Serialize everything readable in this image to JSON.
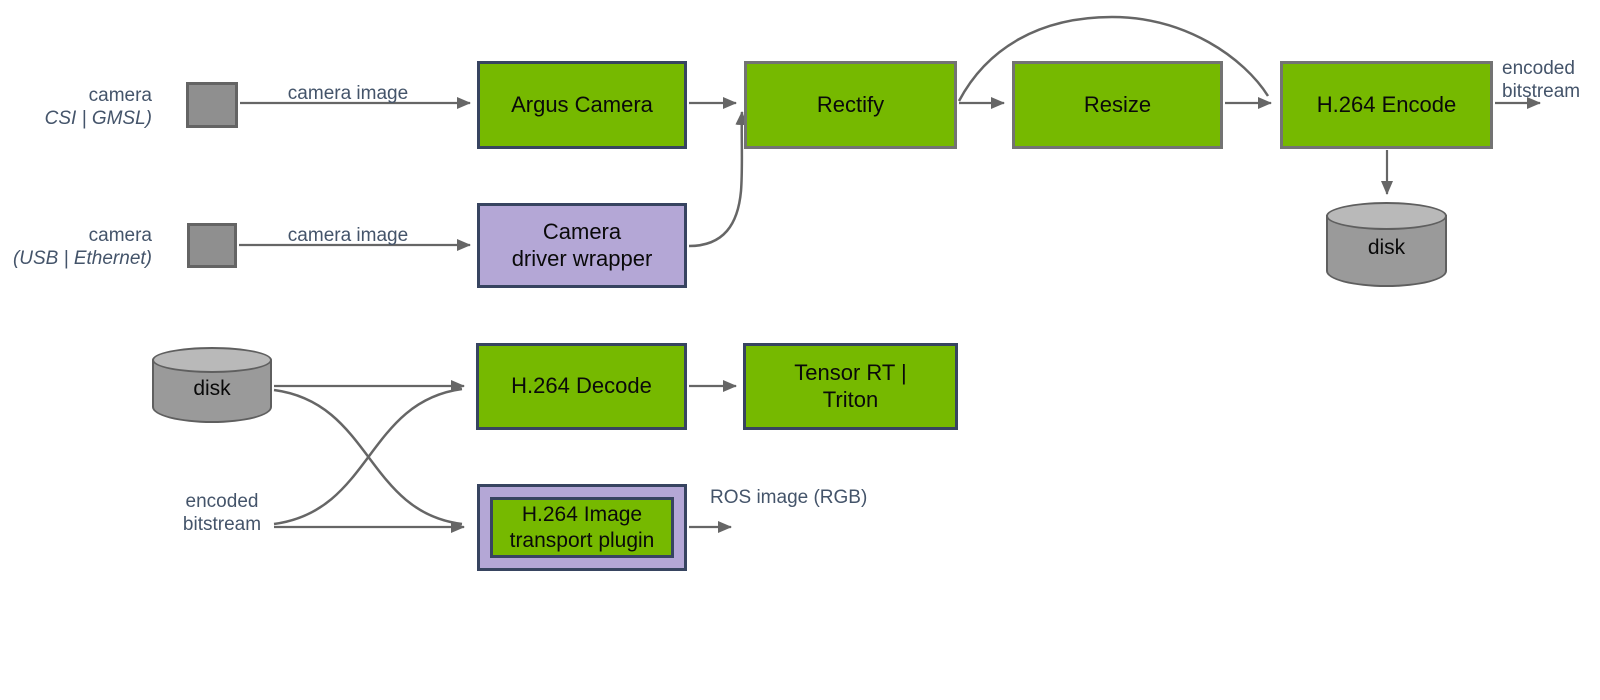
{
  "colors": {
    "node_green": "#76b900",
    "node_purple": "#b4a7d6",
    "border_navy": "#374460",
    "border_gray": "#737373",
    "connector_gray": "#666666",
    "label_text_navy": "#44546a",
    "node_text": "#0a0a0a",
    "camera_square_fill": "#8f8f8f",
    "cylinder_fill": "#9a9a9a",
    "cylinder_top_fill": "#b9b9b9"
  },
  "nodes": {
    "argus": {
      "label": "Argus Camera"
    },
    "rectify": {
      "label": "Rectify"
    },
    "resize": {
      "label": "Resize"
    },
    "encode": {
      "label": "H.264 Encode"
    },
    "wrapper": {
      "line1": "Camera",
      "line2": "driver wrapper"
    },
    "decode": {
      "label": "H.264 Decode"
    },
    "tensor": {
      "line1": "Tensor RT |",
      "line2": "Triton"
    },
    "plugin": {
      "line1": "H.264 Image",
      "line2": "transport plugin"
    },
    "disk_top": {
      "label": "disk"
    },
    "disk_bottom": {
      "label": "disk"
    }
  },
  "labels": {
    "cam_csi": {
      "line1": "camera",
      "line2": "CSI | GMSL)"
    },
    "cam_usb": {
      "line1": "camera",
      "line2": "(USB | Ethernet)"
    },
    "camera_image_top": "camera image",
    "camera_image_bottom": "camera image",
    "encoded_out": {
      "line1": "encoded",
      "line2": "bitstream"
    },
    "encoded_in": {
      "line1": "encoded",
      "line2": "bitstream"
    },
    "ros_out": "ROS image (RGB)"
  }
}
